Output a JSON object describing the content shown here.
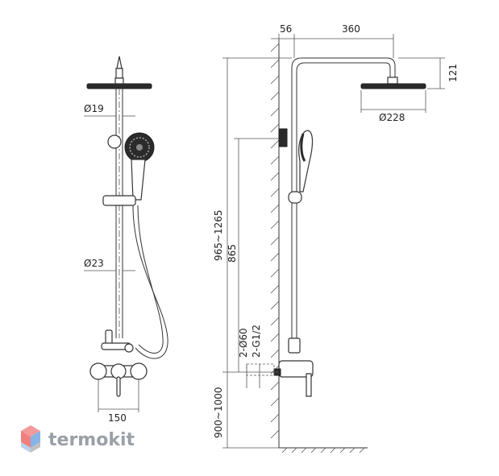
{
  "dimensions": {
    "pipe_diameter_upper": "Ø19",
    "pipe_diameter_lower": "Ø23",
    "mixer_width": "150",
    "wall_offset": "56",
    "arm_length": "360",
    "head_height": "121",
    "head_diameter": "Ø228",
    "total_height_range": "965~1265",
    "slide_height": "865",
    "outlet_diameter": "2-Ø60",
    "thread_size": "2-G1/2",
    "install_height": "900~1000"
  },
  "brand": {
    "name": "termokit",
    "logo_colors": [
      "#f08080",
      "#87b4e6",
      "#c0c0c0"
    ]
  }
}
